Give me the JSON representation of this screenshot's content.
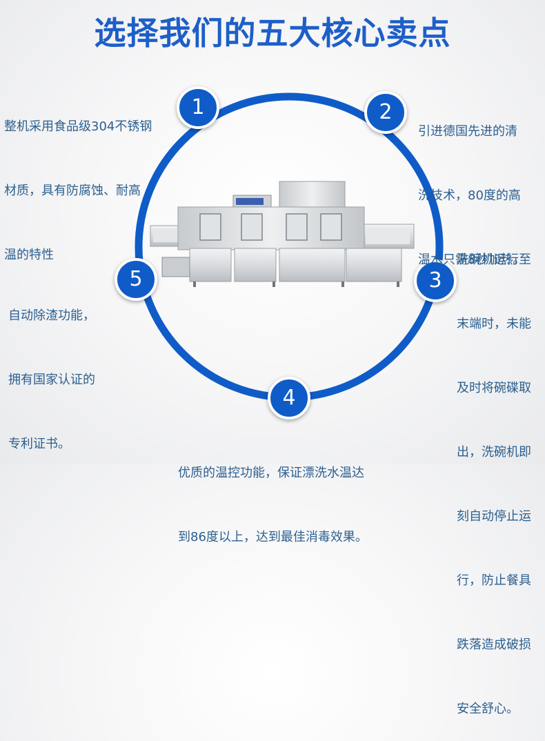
{
  "title": "选择我们的五大核心卖点",
  "colors": {
    "accent": "#0f5cc8",
    "title": "#1d5fc8",
    "text": "#2b5f8f"
  },
  "points": [
    {
      "number": "1",
      "lines": [
        "整机采用食品级304不锈钢",
        "材质，具有防腐蚀、耐高",
        "温的特性"
      ]
    },
    {
      "number": "2",
      "lines": [
        "引进德国先进的清",
        "洗技术，80度的高",
        "温水只需8秒加热。"
      ]
    },
    {
      "number": "3",
      "lines": [
        "洗碗机运行至",
        "末端时，未能",
        "及时将碗碟取",
        "出，洗碗机即",
        "刻自动停止运",
        "行，防止餐具",
        "跌落造成破损",
        "安全舒心。"
      ]
    },
    {
      "number": "4",
      "lines": [
        "优质的温控功能，保证漂洗水温达",
        "到86度以上，达到最佳消毒效果。"
      ]
    },
    {
      "number": "5",
      "lines": [
        "自动除渣功能，",
        "拥有国家认证的",
        "专利证书。"
      ]
    }
  ]
}
